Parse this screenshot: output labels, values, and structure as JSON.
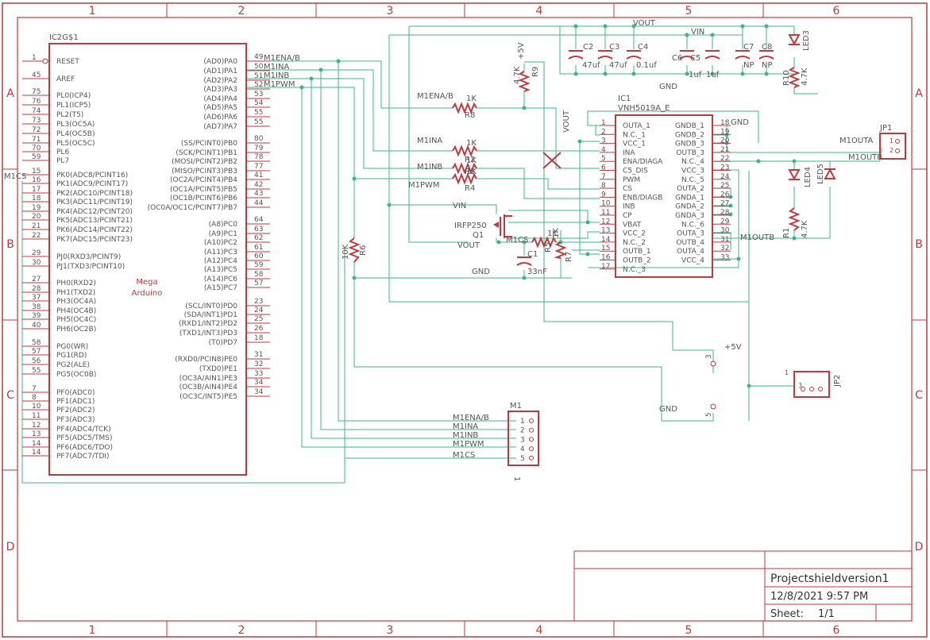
{
  "grid": {
    "columns": [
      "1",
      "2",
      "3",
      "4",
      "5",
      "6"
    ],
    "rows": [
      "A",
      "B",
      "C",
      "D"
    ]
  },
  "title_block": {
    "title": "Projectshieldversion1",
    "date": "12/8/2021 9:57 PM",
    "sheet_label": "Sheet:",
    "sheet_value": "1/1"
  },
  "arduino": {
    "name": "IC2G$1",
    "label_1": "Mega",
    "label_2": "Arduino",
    "left_pins": [
      [
        "1",
        "RESET"
      ],
      [
        "45",
        "AREF"
      ],
      [
        "75",
        "PL0(ICP4)"
      ],
      [
        "76",
        "PL1(ICP5)"
      ],
      [
        "74",
        "PL2(T5)"
      ],
      [
        "73",
        "PL3(OC5A)"
      ],
      [
        "72",
        "PL4(OC5B)"
      ],
      [
        "71",
        "PL5(OC5C)"
      ],
      [
        "70",
        "PL6"
      ],
      [
        "59",
        "PL7"
      ],
      [
        "15",
        "PK0(ADC8/PCINT16)"
      ],
      [
        "16",
        "PK1(ADC9/PCINT17)"
      ],
      [
        "17",
        "PK2(ADC10/PCINT18)"
      ],
      [
        "18",
        "PK3(ADC11/PCINT19)"
      ],
      [
        "19",
        "PK4(ADC12/PCINT20)"
      ],
      [
        "20",
        "PK5(ADC13/PCINT21)"
      ],
      [
        "21",
        "PK6(ADC14/PCINT22)"
      ],
      [
        "22",
        "PK7(ADC15/PCINT23)"
      ],
      [
        "29",
        "PJ0(RXD3/PCINT9)"
      ],
      [
        "30",
        "PJ1(TXD3/PCINT10)"
      ],
      [
        "27",
        "PH0(RXD2)"
      ],
      [
        "28",
        "PH1(TXD2)"
      ],
      [
        "37",
        "PH3(OC4A)"
      ],
      [
        "38",
        "PH4(OC4B)"
      ],
      [
        "39",
        "PH5(OC4C)"
      ],
      [
        "40",
        "PH6(OC2B)"
      ],
      [
        "58",
        "PG0(WR)"
      ],
      [
        "57",
        "PG1(RD)"
      ],
      [
        "56",
        "PG2(ALE)"
      ],
      [
        "55",
        "PG5(OC0B)"
      ],
      [
        "7",
        "PF0(ADC0)"
      ],
      [
        "8",
        "PF1(ADC1)"
      ],
      [
        "10",
        "PF2(ADC2)"
      ],
      [
        "11",
        "PF3(ADC3)"
      ],
      [
        "12",
        "PF4(ADC4/TCK)"
      ],
      [
        "13",
        "PF5(ADC5/TMS)"
      ],
      [
        "14",
        "PF6(ADC6/TDO)"
      ],
      [
        "14",
        "PF7(ADC7/TDI)"
      ]
    ],
    "right_pins": [
      [
        "49",
        "(AD0)PA0"
      ],
      [
        "50",
        "(AD1)PA1"
      ],
      [
        "51",
        "(AD2)PA2"
      ],
      [
        "52",
        "(AD3)PA3"
      ],
      [
        "53",
        "(AD4)PA4"
      ],
      [
        "54",
        "(AD5)PA5"
      ],
      [
        "55",
        "(AD6)PA6"
      ],
      [
        "55",
        "(AD7)PA7"
      ],
      [
        "80",
        "(SS/PCINT0)PB0"
      ],
      [
        "79",
        "(SCK/PCINT1)PB1"
      ],
      [
        "78",
        "(MOSI/PCINT2)PB2"
      ],
      [
        "77",
        "(MISO/PCINT3)PB3"
      ],
      [
        "41",
        "(OC2A/PCINT4)PB4"
      ],
      [
        "42",
        "(OC1A/PCINT5)PB5"
      ],
      [
        "43",
        "(OC1B/PCINT6)PB6"
      ],
      [
        "44",
        "(OC0A/OC1C/PCINT7)PB7"
      ],
      [
        "64",
        "(A8)PC0"
      ],
      [
        "63",
        "(A9)PC1"
      ],
      [
        "62",
        "(A10)PC2"
      ],
      [
        "61",
        "(A11)PC3"
      ],
      [
        "60",
        "(A12)PC4"
      ],
      [
        "59",
        "(A13)PC5"
      ],
      [
        "58",
        "(A14)PC6"
      ],
      [
        "57",
        "(A15)PC7"
      ],
      [
        "23",
        "(SCL/INT0)PD0"
      ],
      [
        "24",
        "(SDA/INT1)PD1"
      ],
      [
        "25",
        "(RXD1/INT2)PD2"
      ],
      [
        "26",
        "(TXD1/INT3)PD3"
      ],
      [
        "18",
        "(T0)PD7"
      ],
      [
        "31",
        "(RXD0/PCIN8)PE0"
      ],
      [
        "32",
        "(TXD0)PE1"
      ],
      [
        "33",
        "(OC3A/AIN1)PE3"
      ],
      [
        "34",
        "(OC3B/AIN4)PE4"
      ],
      [
        "34",
        "(OC3C/INT5)PE5"
      ]
    ]
  },
  "driver": {
    "name": "IC1",
    "part": "VNH5019A_E",
    "left_pins": [
      [
        "1",
        "OUTA_1"
      ],
      [
        "2",
        "N.C._1"
      ],
      [
        "3",
        "VCC_1"
      ],
      [
        "4",
        "INA"
      ],
      [
        "5",
        "ENA/DIAGA"
      ],
      [
        "6",
        "C5_DIS"
      ],
      [
        "7",
        "PWM"
      ],
      [
        "8",
        "CS"
      ],
      [
        "9",
        "ENB/DIAGB"
      ],
      [
        "10",
        "INB"
      ],
      [
        "11",
        "CP"
      ],
      [
        "12",
        "VBAT"
      ],
      [
        "13",
        "VCC_2"
      ],
      [
        "14",
        "N.C._2"
      ],
      [
        "15",
        "OUTB_1"
      ],
      [
        "16",
        "OUTB_2"
      ],
      [
        "17",
        "N.C._3"
      ]
    ],
    "right_pins": [
      [
        "18",
        "GNDB_1"
      ],
      [
        "19",
        "GNDB_2"
      ],
      [
        "20",
        "GNDB_3"
      ],
      [
        "21",
        "OUTB_3"
      ],
      [
        "22",
        "N.C._4"
      ],
      [
        "23",
        "VCC_3"
      ],
      [
        "24",
        "N.C._5"
      ],
      [
        "25",
        "OUTA_2"
      ],
      [
        "26",
        "GNDA_1"
      ],
      [
        "27",
        "GNDA_2"
      ],
      [
        "28",
        "GNDA_3"
      ],
      [
        "29",
        "N.C._6"
      ],
      [
        "30",
        "OUTA_3"
      ],
      [
        "31",
        "OUTB_4"
      ],
      [
        "32",
        "OUTA_4"
      ],
      [
        "33",
        "VCC_4"
      ]
    ]
  },
  "net_labels": {
    "m1ena_b": "M1ENA/B",
    "m1ina": "M1INA",
    "m1inb": "M1INB",
    "m1pwm": "M1PWM",
    "m1cs": "M1CS",
    "vout": "VOUT",
    "vin": "VIN",
    "gnd": "GND",
    "plus5v": "+5V",
    "m1outa": "M1OUTA",
    "m1outb": "M1OUTB"
  },
  "components": {
    "r8": {
      "name": "R8",
      "value": "1K"
    },
    "r2": {
      "name": "R2",
      "value": "1K"
    },
    "r3": {
      "name": "R3",
      "value": "1K"
    },
    "r4": {
      "name": "R4",
      "value": "1K"
    },
    "r5": {
      "name": "R5",
      "value": "1K"
    },
    "r6": {
      "name": "R6",
      "value": "10K"
    },
    "r7": {
      "name": "R7",
      "value": "1K"
    },
    "r9": {
      "name": "R9",
      "value": "4.7K"
    },
    "r10": {
      "name": "R10",
      "value": "4.7K"
    },
    "r1": {
      "name": "R1",
      "value": "4.7K"
    },
    "c2": {
      "name": "C2",
      "value": "47uf"
    },
    "c3": {
      "name": "C3",
      "value": "47uf"
    },
    "c4": {
      "name": "C4",
      "value": "0.1uf"
    },
    "c6": {
      "name": "C6",
      "value": "1uf"
    },
    "c5": {
      "name": "C5",
      "value": "1uf"
    },
    "c7": {
      "name": "C7",
      "value": "NP"
    },
    "c8": {
      "name": "C8",
      "value": "NP"
    },
    "c1": {
      "name": "C1",
      "value": "33nF"
    },
    "q1": {
      "name": "Q1",
      "value": "IRFP250"
    },
    "led3": "LED3",
    "led4": "LED4",
    "led5": "LED5",
    "jp1": {
      "name": "JP1",
      "pins": [
        "1",
        "2"
      ]
    },
    "jp2": {
      "name": "JP2",
      "pin_1": "1",
      "pin_3": "3"
    },
    "m1": {
      "name": "M1",
      "pins": [
        "1",
        "2",
        "3",
        "4",
        "5"
      ],
      "bottom": "1"
    },
    "pwr": {
      "pin3": "3",
      "pin5": "5"
    }
  }
}
